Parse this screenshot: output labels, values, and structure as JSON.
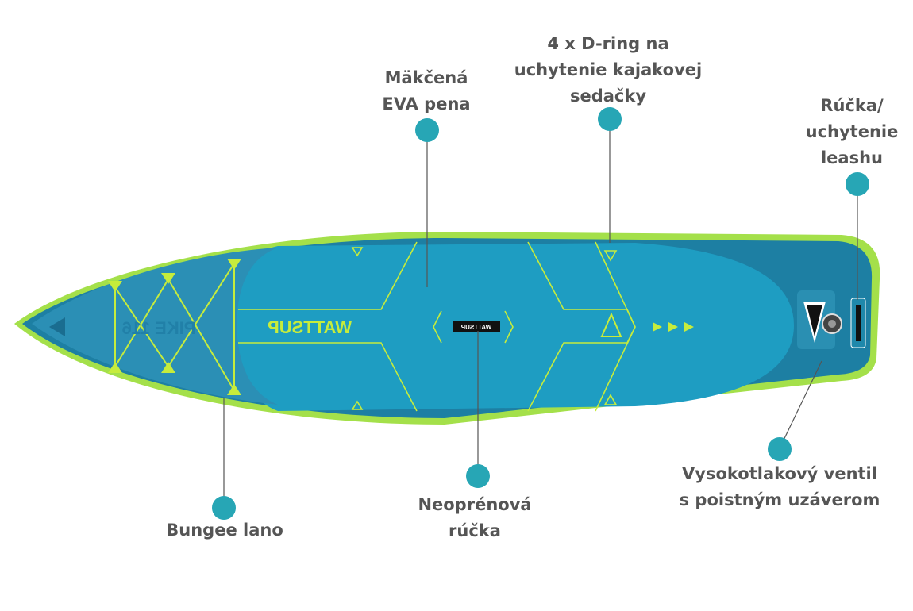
{
  "colors": {
    "label_text": "#555555",
    "callout_dot": "#27a6b5",
    "leader_line": "#555555",
    "board_rim": "#a4e04a",
    "board_outer": "#1d7fa3",
    "board_deck": "#1e9dc2",
    "board_accent": "#c6ec3c"
  },
  "board": {
    "brand_text": "WATTSUP",
    "handle_text": "WATTSUP",
    "nose_text": "PIKE 116"
  },
  "labels": {
    "eva": [
      "Mäkčená",
      "EVA pena"
    ],
    "dring": [
      "4 x D-ring na",
      "uchytenie kajakovej",
      "sedačky"
    ],
    "leash": [
      "Rúčka/",
      "uchytenie",
      "leashu"
    ],
    "bungee": [
      "Bungee lano"
    ],
    "handle": [
      "Neoprénová",
      "rúčka"
    ],
    "valve": [
      "Vysokotlakový ventil",
      "s poistným uzáverom"
    ]
  }
}
